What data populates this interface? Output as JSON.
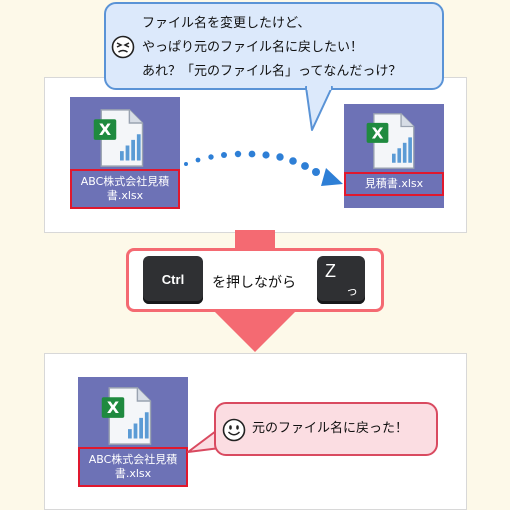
{
  "top_callout": {
    "lines": [
      "ファイル名を変更したけど、",
      "やっぱり元のファイル名に戻したい！",
      "あれ？「元のファイル名」ってなんだっけ？"
    ],
    "face_icon": "troubled-face-icon"
  },
  "step1": {
    "before_file": {
      "name_line1": "ABC株式会社見積",
      "name_line2": "書.xlsx",
      "icon": "excel-file-icon"
    },
    "after_file": {
      "name": "見積書.xlsx",
      "icon": "excel-file-icon"
    },
    "arrow_icon": "dotted-arrow-icon"
  },
  "shortcut": {
    "key1": "Ctrl",
    "connector": "を押しながら",
    "key2_main": "Z",
    "key2_kana": "っ"
  },
  "step2": {
    "file": {
      "name_line1": "ABC株式会社見積",
      "name_line2": "書.xlsx",
      "icon": "excel-file-icon"
    },
    "callout_text": "元のファイル名に戻った！",
    "face_icon": "smiling-face-icon"
  },
  "colors": {
    "background": "#fdf9e9",
    "desktop": "#6d72b6",
    "highlight_border": "#e0182e",
    "arrow": "#2e7fd6",
    "down_arrow": "#f46a72"
  }
}
